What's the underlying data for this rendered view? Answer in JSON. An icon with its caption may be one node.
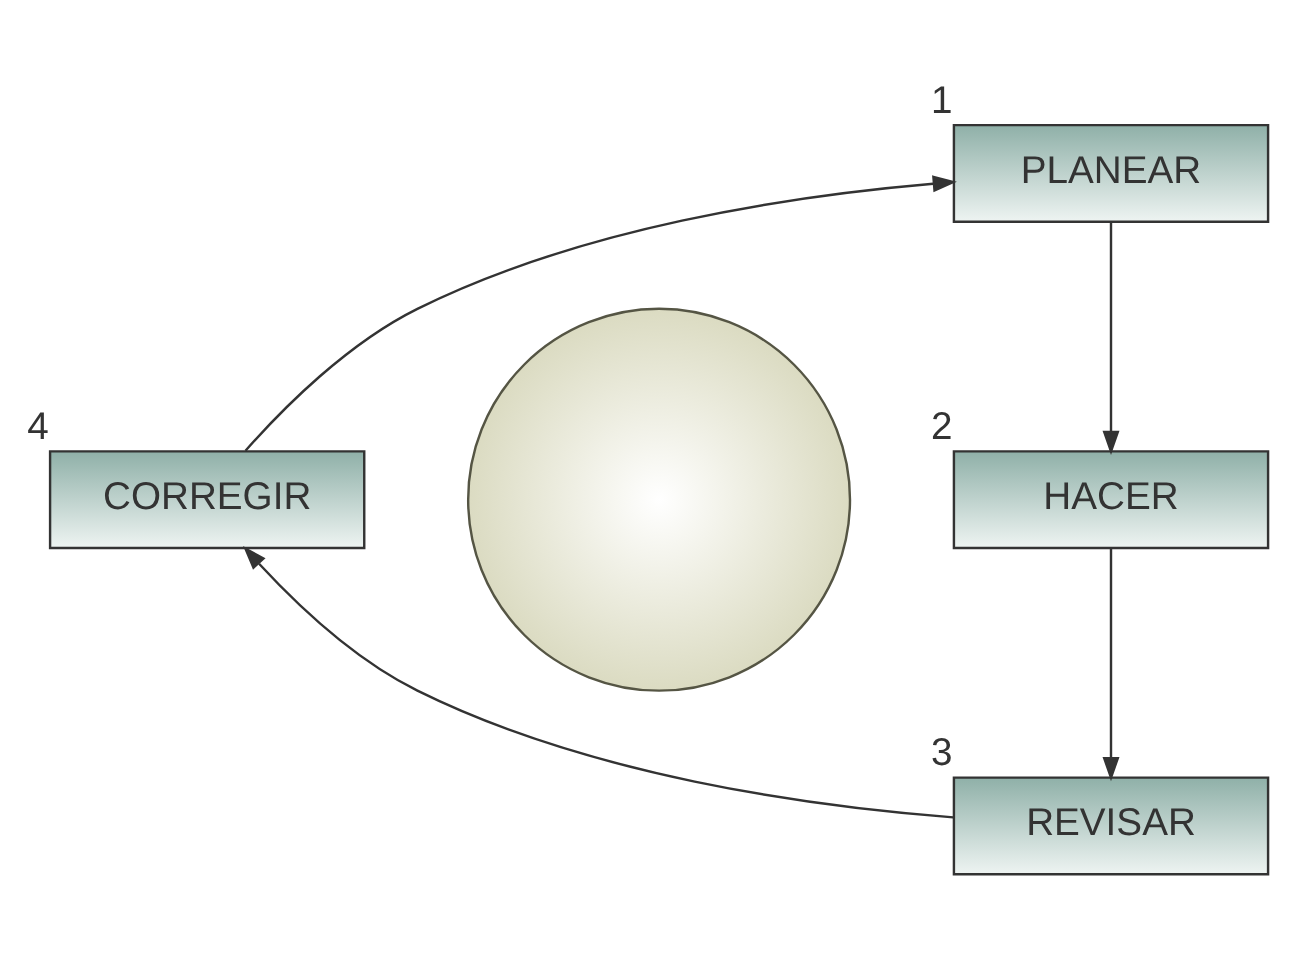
{
  "diagram": {
    "nodes": [
      {
        "text": [],
        "shape": "circle"
      },
      {
        "text": [
          "PLANEAR"
        ],
        "beside": [
          "1"
        ]
      },
      {
        "text": [
          "HACER"
        ],
        "beside": [
          "2"
        ]
      },
      {
        "text": [
          "REVISAR"
        ],
        "beside": [
          "3"
        ]
      },
      {
        "text": [
          "CORREGIR"
        ],
        "beside": [
          "4"
        ]
      }
    ],
    "edges": [
      {
        "from": 1,
        "to": 2,
        "arrow": "to"
      },
      {
        "from": 2,
        "to": 3,
        "arrow": "to"
      },
      {
        "from": 3,
        "to": 4,
        "arrow": "to"
      },
      {
        "from": 4,
        "to": 1,
        "arrow": "to"
      }
    ]
  }
}
